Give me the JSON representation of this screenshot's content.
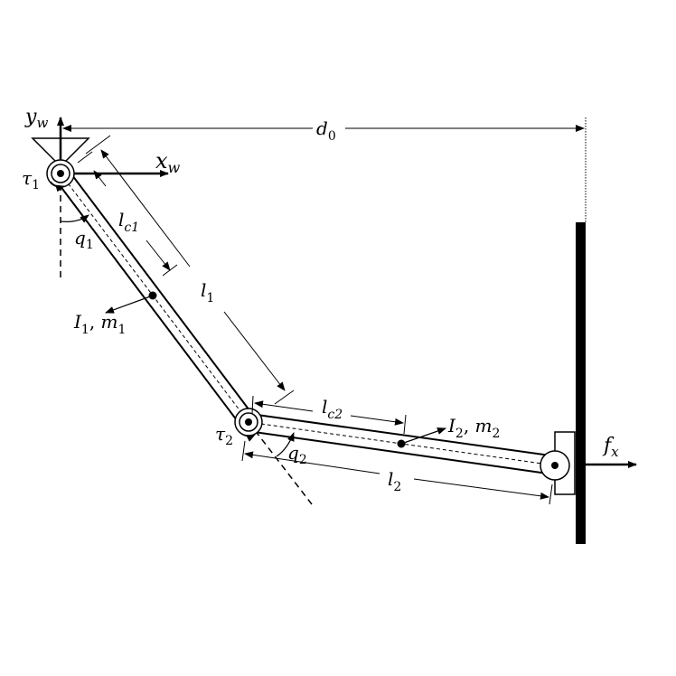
{
  "labels": {
    "yw": {
      "main": "y",
      "sub": "w"
    },
    "xw": {
      "main": "x",
      "sub": "w"
    },
    "d0": {
      "main": "d",
      "sub": "0"
    },
    "tau1": {
      "main": "τ",
      "sub": "1"
    },
    "q1": {
      "main": "q",
      "sub": "1"
    },
    "lc1": {
      "main": "l",
      "sub": "c1"
    },
    "l1": {
      "main": "l",
      "sub": "1"
    },
    "I1m1": {
      "a": "I",
      "asub": "1",
      "sep": ", ",
      "b": "m",
      "bsub": "1"
    },
    "tau2": {
      "main": "τ",
      "sub": "2"
    },
    "lc2": {
      "main": "l",
      "sub": "c2"
    },
    "q2": {
      "main": "q",
      "sub": "2"
    },
    "l2": {
      "main": "l",
      "sub": "2"
    },
    "I2m2": {
      "a": "I",
      "asub": "2",
      "sep": ", ",
      "b": "m",
      "bsub": "2"
    },
    "fx": {
      "main": "f",
      "sub": "x"
    }
  },
  "colors": {
    "ink": "#000000",
    "background": "#ffffff"
  }
}
